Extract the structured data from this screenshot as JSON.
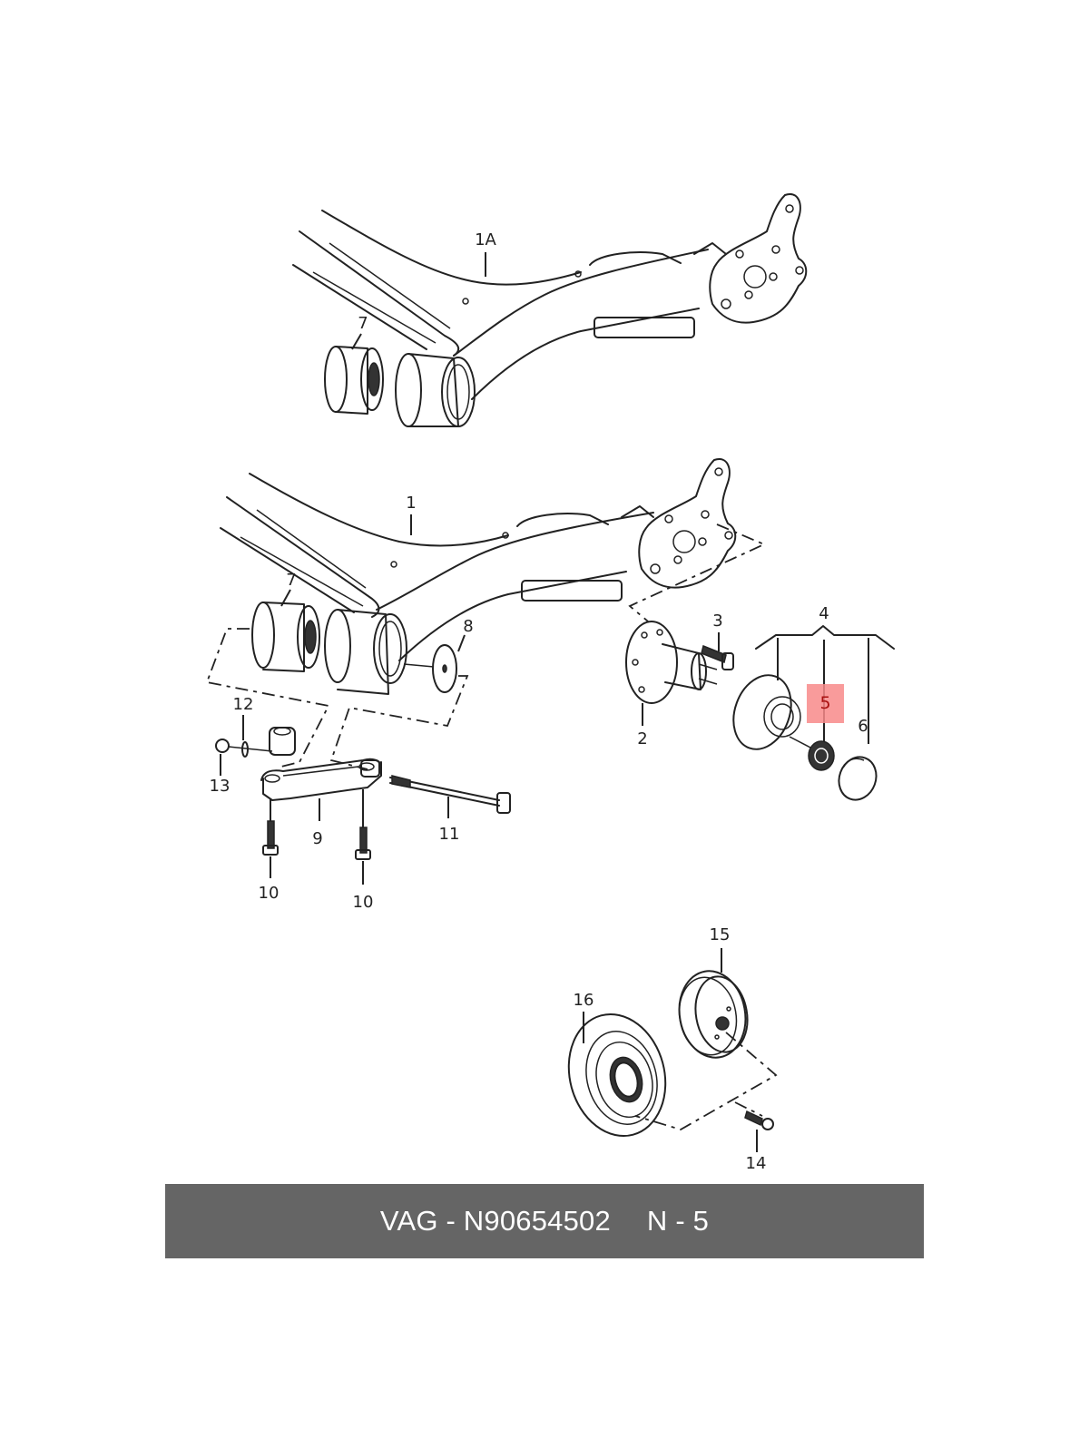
{
  "diagram": {
    "title": "Rear axle beam / wheel hub assembly exploded view",
    "labels": {
      "l1A": "1A",
      "l1": "1",
      "l2": "2",
      "l3": "3",
      "l4": "4",
      "l5": "5",
      "l6": "6",
      "l7a": "7",
      "l7b": "7",
      "l8": "8",
      "l9": "9",
      "l10a": "10",
      "l10b": "10",
      "l11": "11",
      "l12": "12",
      "l13": "13",
      "l14": "14",
      "l15": "15",
      "l16": "16"
    },
    "highlighted_part": "5",
    "highlight_color": "#f88a8a"
  },
  "banner": {
    "part_number": "VAG - N90654502",
    "position": "N - 5",
    "background": "#656565"
  }
}
